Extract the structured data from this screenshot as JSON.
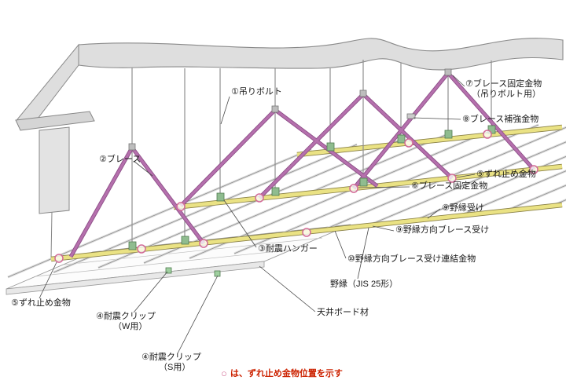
{
  "diagram": {
    "labels": {
      "hanging_bolt": "①吊りボルト",
      "brace": "②ブレース",
      "seismic_hanger": "③耐震ハンガー",
      "seismic_clip_w_line1": "④耐震クリップ",
      "seismic_clip_w_line2": "（W用）",
      "seismic_clip_s_line1": "④耐震クリップ",
      "seismic_clip_s_line2": "（S用）",
      "slip_stopper_left": "⑤ずれ止め金物",
      "slip_stopper_right": "⑤ずれ止め金物",
      "brace_fixing": "⑥ブレース固定金物",
      "brace_fixing_bolt_line1": "⑦ブレース固定金物",
      "brace_fixing_bolt_line2": "（吊りボルト用）",
      "brace_reinforcement": "⑧ブレース補強金物",
      "joist_receiver": "⑨野縁受け",
      "joist_dir_brace_receiver": "⑨野縁方向ブレース受け",
      "joist_dir_brace_receiver_connector": "⑩野縁方向ブレース受け連結金物",
      "ceiling_joist": "野縁（JIS 25形）",
      "ceiling_board": "天井ボード材"
    },
    "legend": {
      "marker": "○",
      "text": "は、ずれ止め金物位置を示す"
    },
    "colors": {
      "brace": "#b570ad",
      "brace_edge": "#8e4f88",
      "receiver": "#eae284",
      "receiver_edge": "#8a8147",
      "hanger": "#8fbc8f",
      "marker": "#d26a96",
      "legend_text": "#cc2200",
      "structure": "#dedede"
    }
  }
}
